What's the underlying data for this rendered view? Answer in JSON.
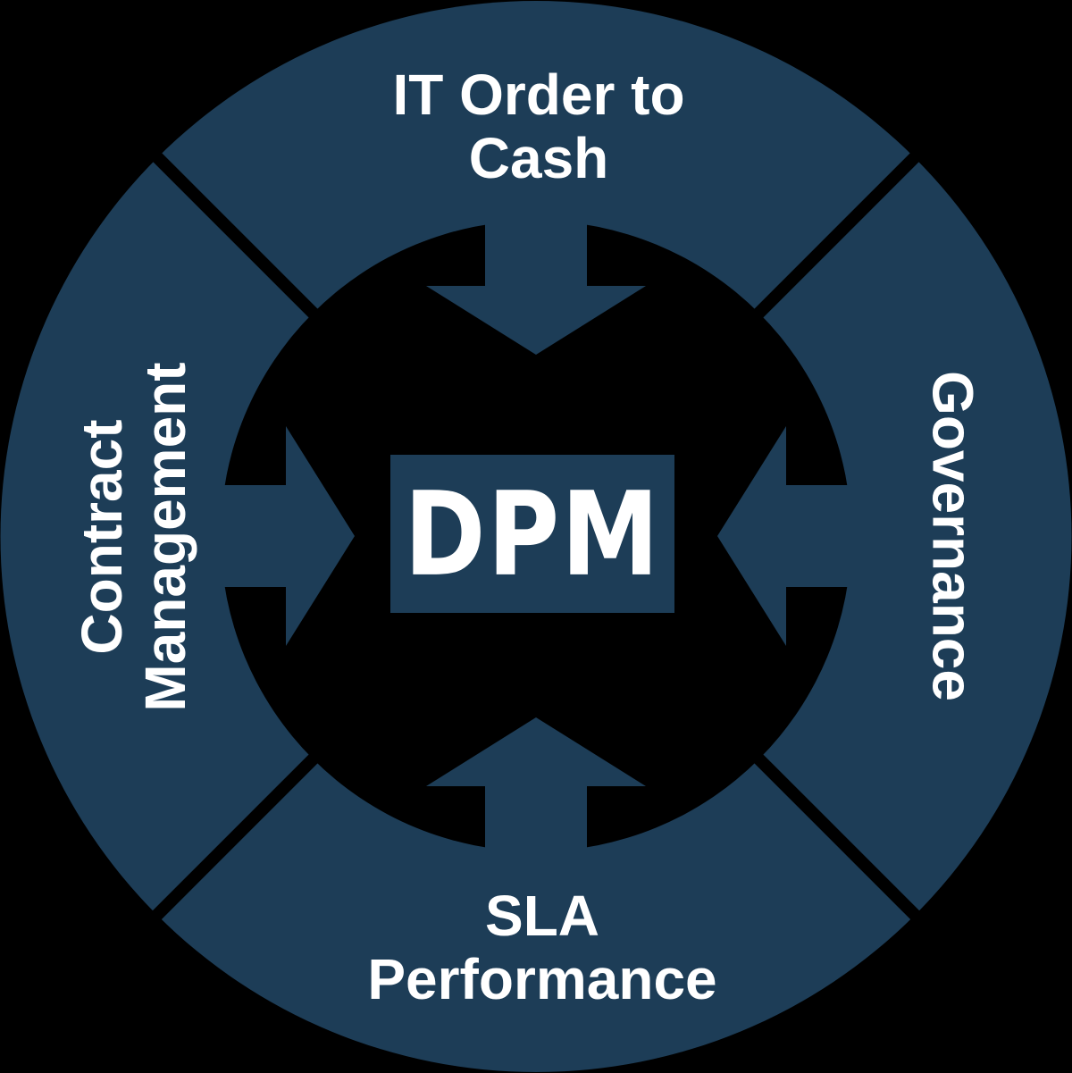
{
  "colors": {
    "background": "#000000",
    "ring": "#1d3d57",
    "divider": "#000000",
    "center_box": "#1d3d57",
    "label_text": "#ffffff"
  },
  "diagram": {
    "type": "cycle-diagram",
    "center": {
      "label": "DPM"
    },
    "segments": [
      {
        "id": "top",
        "position": "top",
        "label": "IT Order to Cash",
        "line1": "IT Order to",
        "line2": "Cash"
      },
      {
        "id": "right",
        "position": "right",
        "label": "Governance",
        "line1": "Governance",
        "line2": ""
      },
      {
        "id": "bottom",
        "position": "bottom",
        "label": "SLA Performance",
        "line1": "SLA",
        "line2": "Performance"
      },
      {
        "id": "left",
        "position": "left",
        "label": "Contract Management",
        "line1": "Contract",
        "line2": "Management"
      }
    ],
    "arrows": [
      {
        "id": "arrow-top",
        "direction": "inward-from-top"
      },
      {
        "id": "arrow-right",
        "direction": "inward-from-right"
      },
      {
        "id": "arrow-bottom",
        "direction": "inward-from-bottom"
      },
      {
        "id": "arrow-left",
        "direction": "inward-from-left"
      }
    ]
  }
}
